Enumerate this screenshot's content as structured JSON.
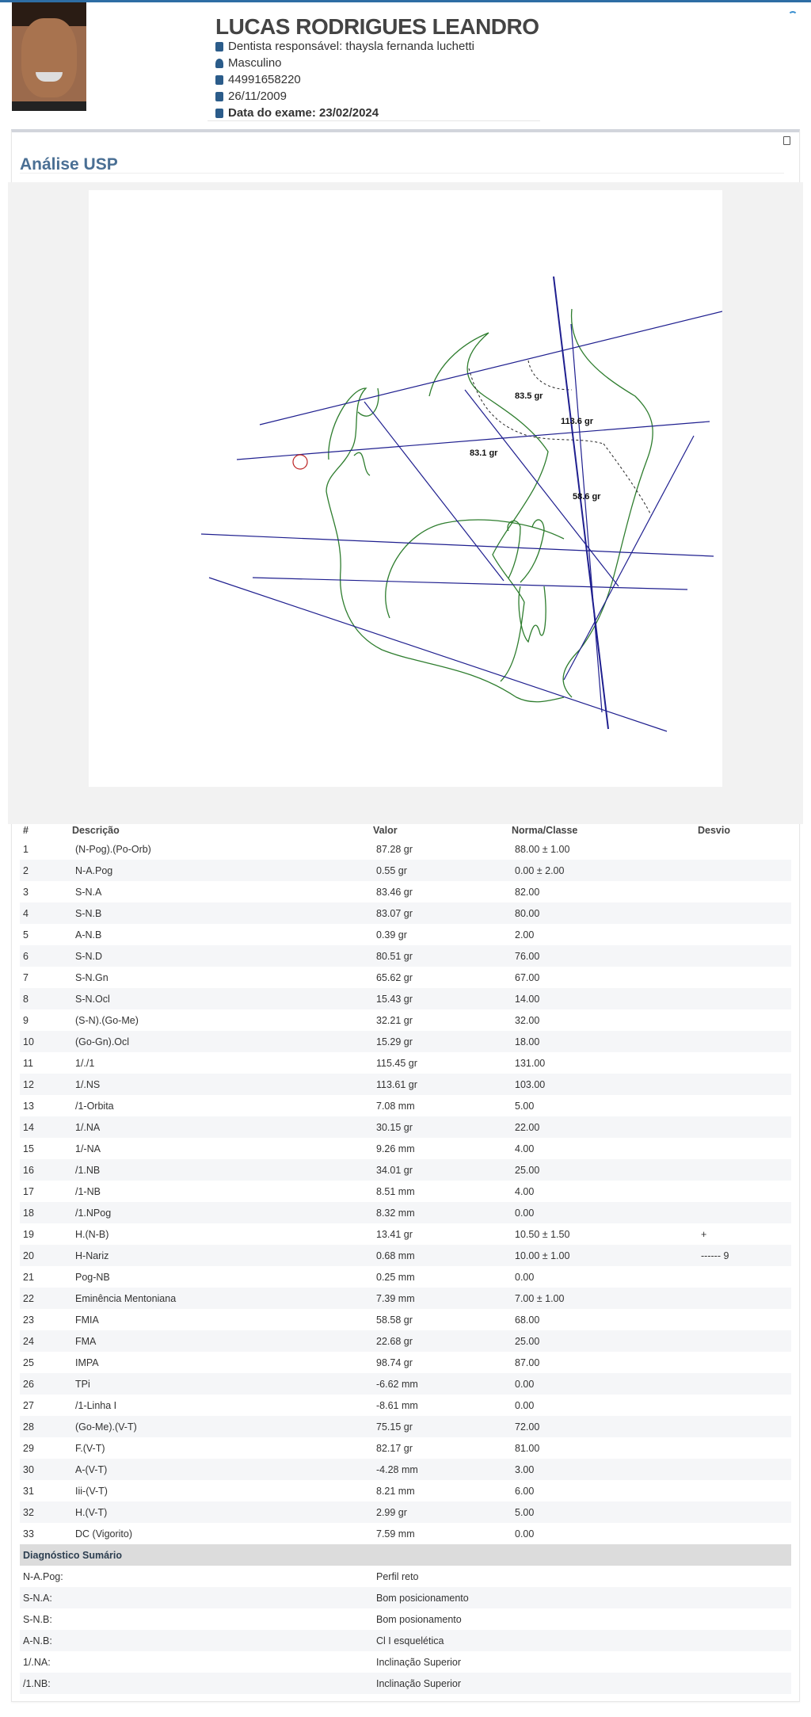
{
  "patient": {
    "name": "LUCAS RODRIGUES LEANDRO",
    "dentist": "Dentista responsável: thaysla fernanda luchetti",
    "sex": "Masculino",
    "phone": "44991658220",
    "birth": "26/11/2009",
    "exam_date": "Data do exame: 23/02/2024"
  },
  "section": {
    "title": "Análise USP"
  },
  "tracing": {
    "angle_labels": [
      "83.5 gr",
      "113.6 gr",
      "83.1 gr",
      "58.6 gr"
    ],
    "line_color": "#1f1f8f",
    "profile_color": "#2e7d2e"
  },
  "table": {
    "headers": [
      "#",
      "Descrição",
      "Valor",
      "Norma/Classe",
      "Desvio"
    ],
    "rows": [
      [
        "1",
        "(N-Pog).(Po-Orb)",
        "87.28 gr",
        "88.00 ± 1.00",
        ""
      ],
      [
        "2",
        "N-A.Pog",
        "0.55 gr",
        "0.00 ± 2.00",
        ""
      ],
      [
        "3",
        "S-N.A",
        "83.46 gr",
        "82.00",
        ""
      ],
      [
        "4",
        "S-N.B",
        "83.07 gr",
        "80.00",
        ""
      ],
      [
        "5",
        "A-N.B",
        "0.39 gr",
        "2.00",
        ""
      ],
      [
        "6",
        "S-N.D",
        "80.51 gr",
        "76.00",
        ""
      ],
      [
        "7",
        "S-N.Gn",
        "65.62 gr",
        "67.00",
        ""
      ],
      [
        "8",
        "S-N.Ocl",
        "15.43 gr",
        "14.00",
        ""
      ],
      [
        "9",
        "(S-N).(Go-Me)",
        "32.21 gr",
        "32.00",
        ""
      ],
      [
        "10",
        "(Go-Gn).Ocl",
        "15.29 gr",
        "18.00",
        ""
      ],
      [
        "11",
        "1/./1",
        "115.45 gr",
        "131.00",
        ""
      ],
      [
        "12",
        "1/.NS",
        "113.61 gr",
        "103.00",
        ""
      ],
      [
        "13",
        "/1-Orbita",
        "7.08 mm",
        "5.00",
        ""
      ],
      [
        "14",
        "1/.NA",
        "30.15 gr",
        "22.00",
        ""
      ],
      [
        "15",
        "1/-NA",
        "9.26 mm",
        "4.00",
        ""
      ],
      [
        "16",
        "/1.NB",
        "34.01 gr",
        "25.00",
        ""
      ],
      [
        "17",
        "/1-NB",
        "8.51 mm",
        "4.00",
        ""
      ],
      [
        "18",
        "/1.NPog",
        "8.32 mm",
        "0.00",
        ""
      ],
      [
        "19",
        "H.(N-B)",
        "13.41 gr",
        "10.50 ± 1.50",
        "+"
      ],
      [
        "20",
        "H-Nariz",
        "0.68 mm",
        "10.00 ± 1.00",
        "------ 9"
      ],
      [
        "21",
        "Pog-NB",
        "0.25 mm",
        "0.00",
        ""
      ],
      [
        "22",
        "Eminência Mentoniana",
        "7.39 mm",
        "7.00 ± 1.00",
        ""
      ],
      [
        "23",
        "FMIA",
        "58.58 gr",
        "68.00",
        ""
      ],
      [
        "24",
        "FMA",
        "22.68 gr",
        "25.00",
        ""
      ],
      [
        "25",
        "IMPA",
        "98.74 gr",
        "87.00",
        ""
      ],
      [
        "26",
        "TPi",
        "-6.62 mm",
        "0.00",
        ""
      ],
      [
        "27",
        "/1-Linha I",
        "-8.61 mm",
        "0.00",
        ""
      ],
      [
        "28",
        "(Go-Me).(V-T)",
        "75.15 gr",
        "72.00",
        ""
      ],
      [
        "29",
        "F.(V-T)",
        "82.17 gr",
        "81.00",
        ""
      ],
      [
        "30",
        "A-(V-T)",
        "-4.28 mm",
        "3.00",
        ""
      ],
      [
        "31",
        "Iii-(V-T)",
        "8.21 mm",
        "6.00",
        ""
      ],
      [
        "32",
        "H.(V-T)",
        "2.99 gr",
        "5.00",
        ""
      ],
      [
        "33",
        "DC (Vigorito)",
        "7.59 mm",
        "0.00",
        ""
      ]
    ]
  },
  "diagnosis": {
    "title": "Diagnóstico Sumário",
    "rows": [
      [
        "N-A.Pog:",
        "Perfil reto"
      ],
      [
        "S-N.A:",
        "Bom posicionamento"
      ],
      [
        "S-N.B:",
        "Bom posionamento"
      ],
      [
        "A-N.B:",
        "Cl I esquelética"
      ],
      [
        "1/.NA:",
        "Inclinação Superior"
      ],
      [
        "/1.NB:",
        "Inclinação Superior"
      ]
    ]
  }
}
